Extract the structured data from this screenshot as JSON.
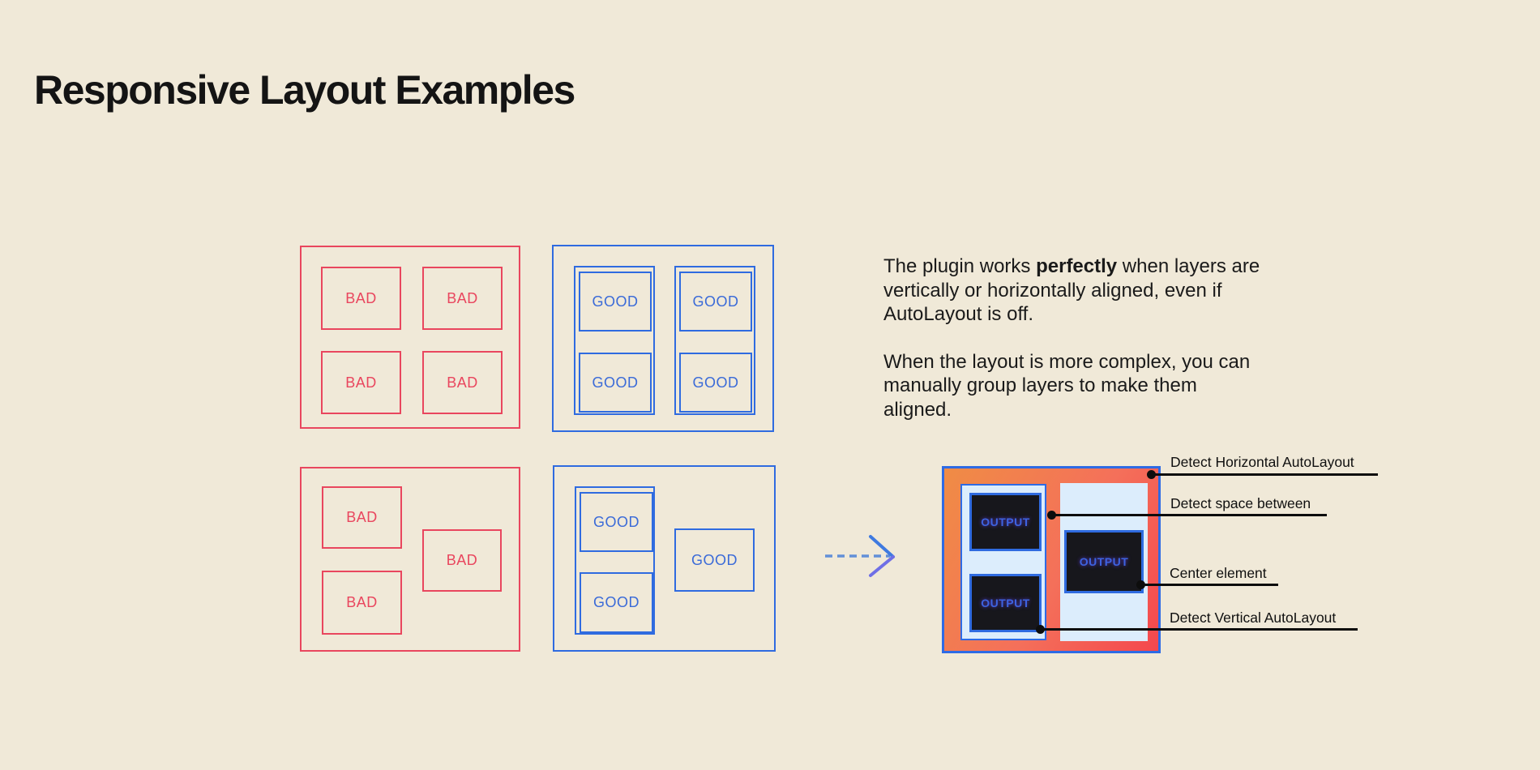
{
  "page": {
    "title": "Responsive Layout Examples",
    "background": "#f0e9d8"
  },
  "colors": {
    "bad_red": "#e9465e",
    "good_blue": "#2f6be0",
    "gradient_orange": "#f08c45",
    "gradient_red": "#f4474d",
    "light_blue_panel": "#dcedfc",
    "output_box_dark": "#17171c",
    "annotation_black": "#0d0d0d"
  },
  "description": {
    "p1_before": "The plugin works ",
    "p1_bold": "perfectly",
    "p1_after": " when layers are vertically or horizontally aligned, even if AutoLayout is off.",
    "p2": "When the layout is more complex, you can manually group layers to make them aligned."
  },
  "diagram": {
    "bad_grid_top": {
      "boxes": [
        "BAD",
        "BAD",
        "BAD",
        "BAD"
      ]
    },
    "good_grid_top": {
      "left_column": [
        "GOOD",
        "GOOD"
      ],
      "right_column": [
        "GOOD",
        "GOOD"
      ]
    },
    "bad_grid_bottom": {
      "boxes": [
        "BAD",
        "BAD",
        "BAD"
      ]
    },
    "good_grid_bottom": {
      "grouped_column": [
        "GOOD",
        "GOOD"
      ],
      "standalone": "GOOD"
    },
    "output_panel": {
      "left_column": [
        "OUTPUT",
        "OUTPUT"
      ],
      "center": "OUTPUT"
    }
  },
  "annotations": [
    {
      "label": "Detect Horizontal AutoLayout"
    },
    {
      "label": "Detect space between"
    },
    {
      "label": "Center element"
    },
    {
      "label": "Detect Vertical AutoLayout"
    }
  ]
}
